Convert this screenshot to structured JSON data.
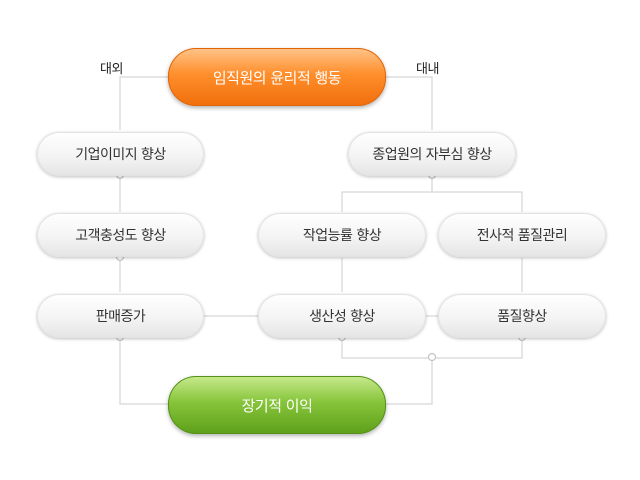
{
  "diagram": {
    "top_node": "임직원의 윤리적 행동",
    "left_label": "대외",
    "right_label": "대내",
    "left_column": [
      "기업이미지 향상",
      "고객충성도 향상",
      "판매증가"
    ],
    "right_top": "종업원의 자부심 향상",
    "right_middle_left": "작업능률 향상",
    "right_middle_right": "전사적 품질관리",
    "right_bottom_left": "생산성 향상",
    "right_bottom_right": "품질향상",
    "bottom_node": "장기적 이익",
    "colors": {
      "top_node": "#ff8f2c",
      "bottom_node": "#86c53a",
      "connector": "#d9d9d9",
      "node_text": "#333333"
    }
  }
}
